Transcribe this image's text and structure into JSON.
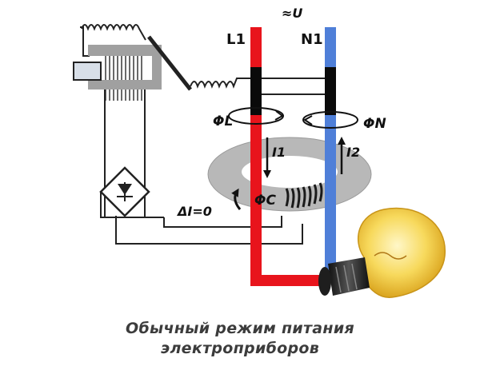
{
  "labels": {
    "voltage": "≈U",
    "line": "L1",
    "neutral": "N1",
    "flux_line": "ΦL",
    "flux_neutral": "ΦN",
    "current_1": "I1",
    "current_2": "I2",
    "flux_core": "ΦC",
    "delta_current": "ΔI=0"
  },
  "caption": {
    "line1": "Обычный режим питания",
    "line2": "электроприборов"
  },
  "colors": {
    "line_wire": "#e8141c",
    "neutral_wire": "#4f7fd8",
    "contact_block": "#0a0a0a",
    "toroid_core": "#b8b8b8",
    "coil": "#1a1a1a",
    "relay_body": "#a0a0a0",
    "bulb_glass": "#f5d55a",
    "bulb_base": "#1e1e1e"
  }
}
